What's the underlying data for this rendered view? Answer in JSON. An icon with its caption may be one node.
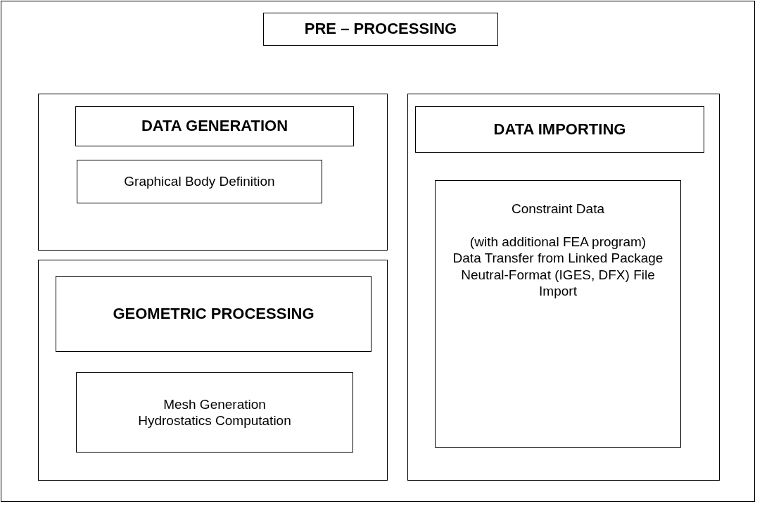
{
  "diagram": {
    "nodes": [
      {
        "text": [
          "PRE – PROCESSING"
        ]
      },
      {
        "text": [],
        "shape": "box"
      },
      {
        "text": [
          "DATA GENERATION"
        ],
        "in": 1
      },
      {
        "text": [
          "Graphical Body Definition"
        ],
        "in": 1
      },
      {
        "text": [],
        "shape": "box"
      },
      {
        "text": [
          "DATA IMPORTING"
        ],
        "in": 4
      },
      {
        "text": [
          "Constraint Data",
          "(with additional FEA program)",
          "Data Transfer from Linked Package",
          "Neutral-Format (IGES, DFX) File Import"
        ],
        "in": 4
      },
      {
        "text": [],
        "shape": "box"
      },
      {
        "text": [
          "GEOMETRIC PROCESSING"
        ],
        "in": 7
      },
      {
        "text": [
          "Mesh Generation",
          "Hydrostatics Computation"
        ],
        "in": 7
      }
    ]
  }
}
